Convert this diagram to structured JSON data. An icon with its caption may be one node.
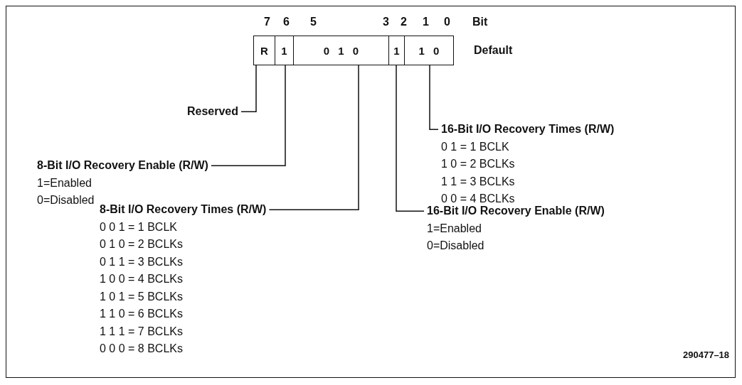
{
  "diagram": {
    "nodes": [
      {
        "text": [
          "R"
        ]
      },
      {
        "text": [
          "1"
        ]
      },
      {
        "text": [
          "0 1 0"
        ]
      },
      {
        "text": [
          "1"
        ]
      },
      {
        "text": [
          "1 0"
        ]
      },
      {
        "text": [
          "Reserved"
        ]
      },
      {
        "text": [
          "8-Bit I/O Recovery Enable (R/W)",
          "1=Enabled",
          "0=Disabled"
        ]
      },
      {
        "text": [
          "16-Bit I/O Recovery Times (R/W)",
          "0 1 = 1 BCLK",
          "1 0 = 2 BCLKs",
          "1 1 = 3 BCLKs",
          "0 0 = 4 BCLKs"
        ]
      },
      {
        "text": [
          "8-Bit I/O Recovery Times (R/W)",
          "0 0 1 = 1 BCLK",
          "0 1 0 = 2 BCLKs",
          "0 1 1 = 3 BCLKs",
          "1 0 0 = 4 BCLKs",
          "1 0 1 = 5 BCLKs",
          "1 1 0 = 6 BCLKs",
          "1 1 1 = 7 BCLKs",
          "0 0 0 = 8 BCLKs"
        ]
      },
      {
        "text": [
          "16-Bit I/O Recovery Enable (R/W)",
          "1=Enabled",
          "0=Disabled"
        ]
      }
    ],
    "edges": [
      {
        "from": 5,
        "to": 0,
        "arrow": "none"
      },
      {
        "from": 6,
        "to": 1,
        "arrow": "none"
      },
      {
        "from": 7,
        "to": 4,
        "arrow": "none"
      },
      {
        "from": 8,
        "to": 2,
        "arrow": "none"
      },
      {
        "from": 9,
        "to": 3,
        "arrow": "none"
      }
    ],
    "labels": [
      "7",
      "6",
      "5",
      "3",
      "2",
      "1",
      "0",
      "Bit",
      "Default",
      "290477–18"
    ]
  }
}
